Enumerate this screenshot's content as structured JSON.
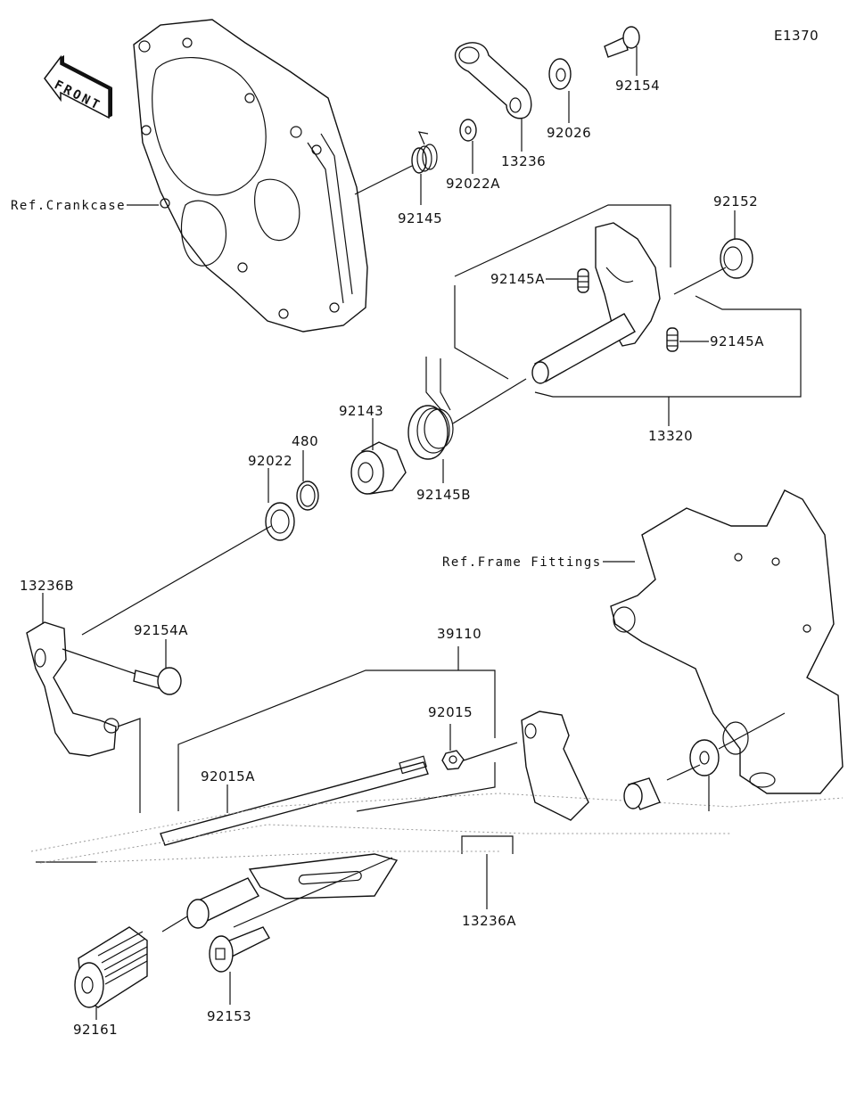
{
  "diagram": {
    "code": "E1370",
    "front_label": "FRONT",
    "refs": {
      "crankcase": "Ref.Crankcase",
      "frame_fittings": "Ref.Frame Fittings"
    },
    "parts": {
      "p92154": "92154",
      "p13236": "13236",
      "p92026": "92026",
      "p92022A": "92022A",
      "p92145": "92145",
      "p92152": "92152",
      "p92145A_1": "92145A",
      "p92145A_2": "92145A",
      "p13320": "13320",
      "p92143": "92143",
      "p480": "480",
      "p92022": "92022",
      "p92145B": "92145B",
      "p13236B": "13236B",
      "p92154A": "92154A",
      "p39110": "39110",
      "p92015": "92015",
      "p92015A": "92015A",
      "p13236A": "13236A",
      "p92161": "92161",
      "p92153": "92153"
    }
  }
}
